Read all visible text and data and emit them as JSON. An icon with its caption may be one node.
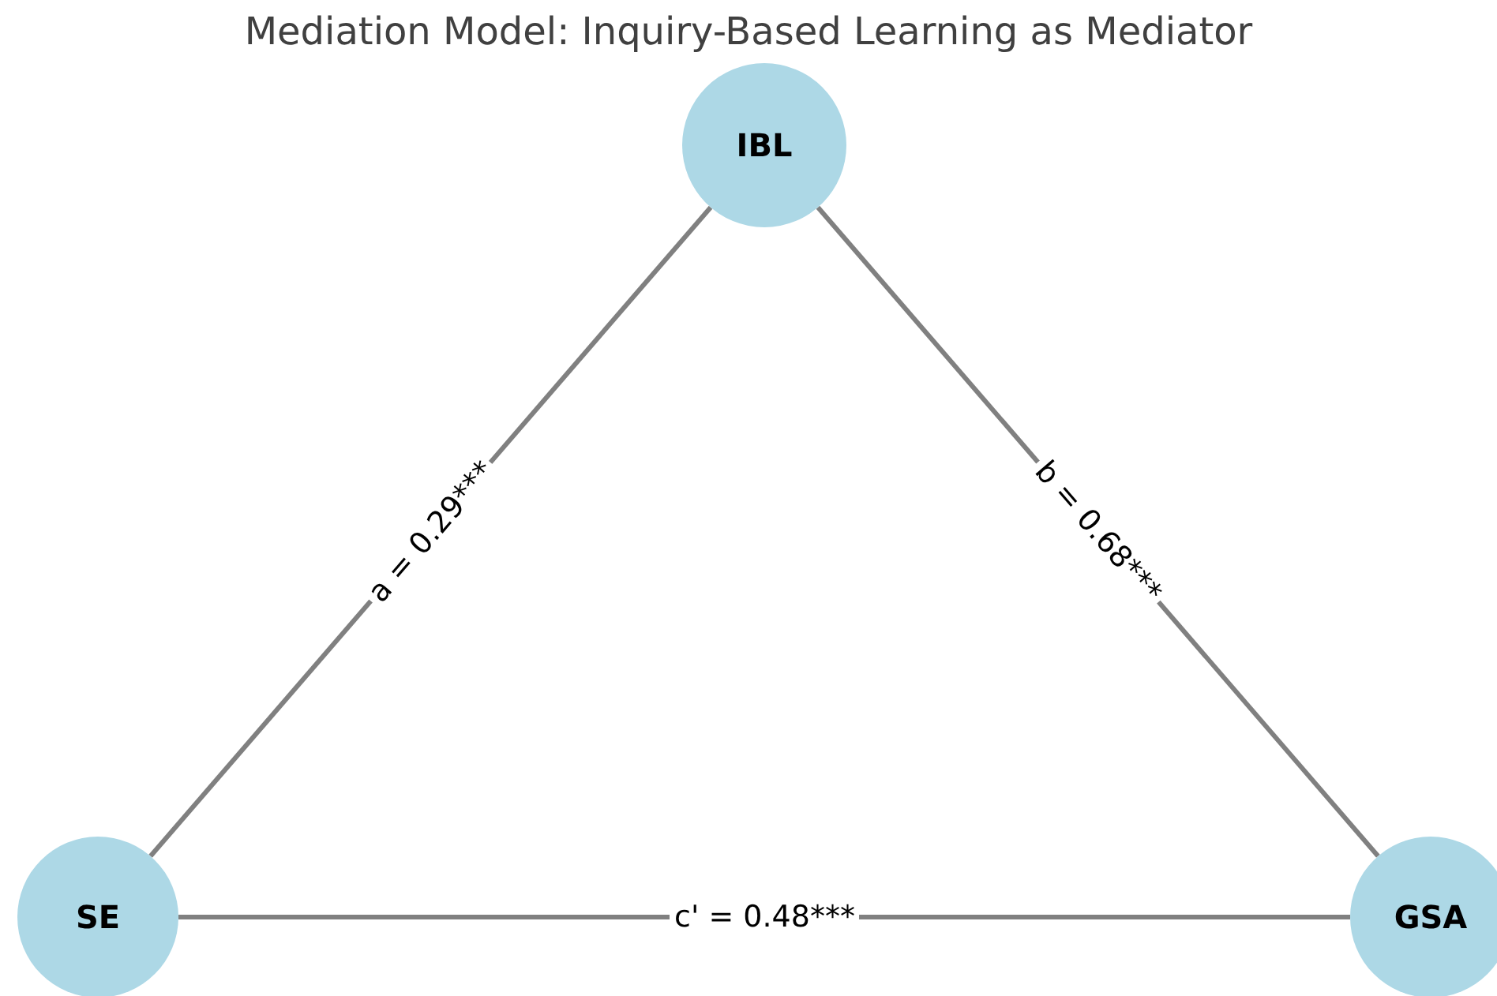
{
  "diagram": {
    "title": "Mediation Model: Inquiry-Based Learning as Mediator",
    "nodes": [
      {
        "text": [
          "IBL"
        ]
      },
      {
        "text": [
          "SE"
        ]
      },
      {
        "text": [
          "GSA"
        ]
      }
    ],
    "edges": [
      {
        "from": 1,
        "to": 0,
        "arrow": "none",
        "label": "a = 0.29***"
      },
      {
        "from": 0,
        "to": 2,
        "arrow": "none",
        "label": "b = 0.68***"
      },
      {
        "from": 1,
        "to": 2,
        "arrow": "none",
        "label": "c' = 0.48***"
      }
    ]
  }
}
